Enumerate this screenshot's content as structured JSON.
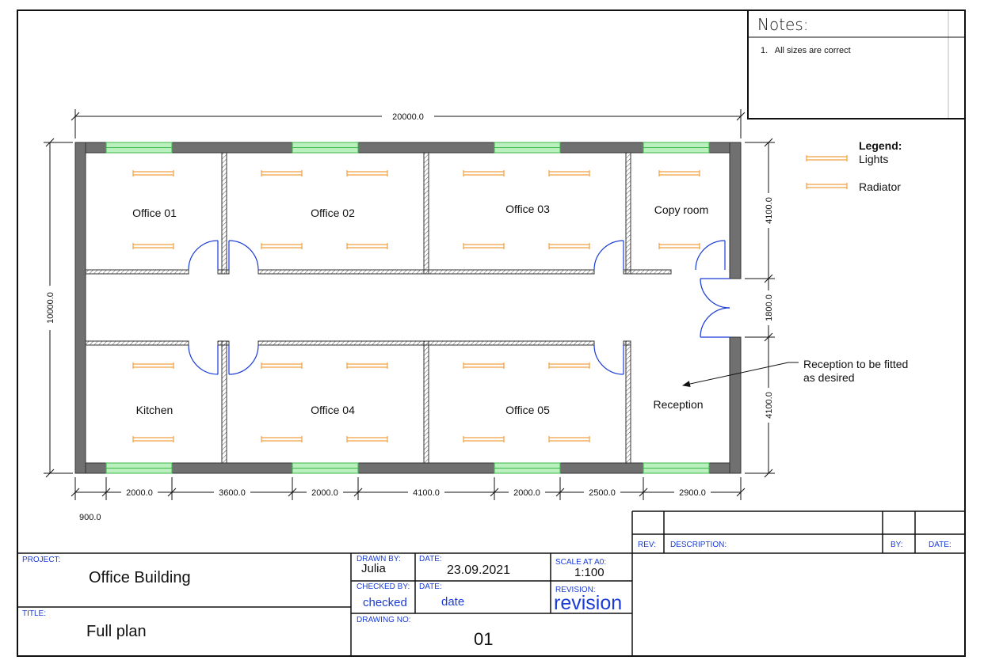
{
  "notes": {
    "title": "Notes:",
    "items": [
      "1.   All sizes are correct"
    ]
  },
  "legend": {
    "title": "Legend:",
    "items": [
      {
        "label": "Lights",
        "color": "#f0a040"
      },
      {
        "label": "Radiator",
        "color": "#f0a040"
      }
    ]
  },
  "rooms": [
    {
      "id": "office-01",
      "label": "Office 01"
    },
    {
      "id": "office-02",
      "label": "Office 02"
    },
    {
      "id": "office-03",
      "label": "Office 03"
    },
    {
      "id": "copy-room",
      "label": "Copy room"
    },
    {
      "id": "kitchen",
      "label": "Kitchen"
    },
    {
      "id": "office-04",
      "label": "Office 04"
    },
    {
      "id": "office-05",
      "label": "Office 05"
    },
    {
      "id": "reception",
      "label": "Reception"
    }
  ],
  "annotation": {
    "line1": "Reception to be fitted",
    "line2": "as desired"
  },
  "dimensions": {
    "overall_width": "20000.0",
    "overall_height": "10000.0",
    "right_top": "4100.0",
    "right_middle": "1800.0",
    "right_bottom": "4100.0",
    "bottom": [
      "2000.0",
      "3600.0",
      "2000.0",
      "4100.0",
      "2000.0",
      "2500.0",
      "2900.0"
    ],
    "bottom_first": "900.0"
  },
  "title_block": {
    "project_label": "PROJECT:",
    "project": "Office Building",
    "title_label": "TITLE:",
    "title": "Full plan",
    "drawn_by_label": "DRAWN BY:",
    "drawn_by": "Julia",
    "date_label": "DATE:",
    "date": "23.09.2021",
    "scale_label": "SCALE AT A0:",
    "scale": "1:100",
    "checked_by_label": "CHECKED BY:",
    "checked_by": "checked",
    "date2_label": "DATE:",
    "date2": "date",
    "revision_label": "REVISION:",
    "revision": "revision",
    "drawing_no_label": "DRAWING NO:",
    "drawing_no": "01"
  },
  "revision_table": {
    "rev": "REV:",
    "description": "DESCRIPTION:",
    "by": "BY:",
    "date": "DATE:"
  },
  "colors": {
    "wall": "#707070",
    "window": "#5fd06a",
    "door": "#1a3bd6",
    "fixture": "#f0a040",
    "label_blue": "#1a3bd6"
  }
}
